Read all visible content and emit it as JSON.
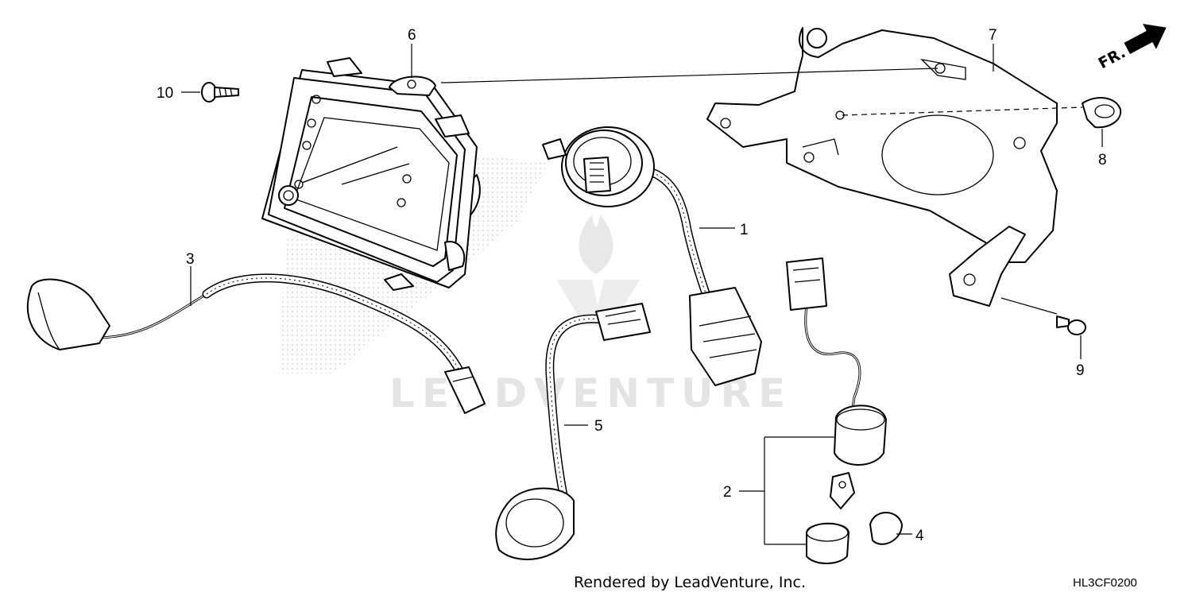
{
  "diagram": {
    "callouts": [
      {
        "id": "c1",
        "label": "1"
      },
      {
        "id": "c2",
        "label": "2"
      },
      {
        "id": "c3",
        "label": "3"
      },
      {
        "id": "c4",
        "label": "4"
      },
      {
        "id": "c5",
        "label": "5"
      },
      {
        "id": "c6",
        "label": "6"
      },
      {
        "id": "c7",
        "label": "7"
      },
      {
        "id": "c8",
        "label": "8"
      },
      {
        "id": "c9",
        "label": "9"
      },
      {
        "id": "c10",
        "label": "10"
      }
    ],
    "front_arrow_label": "FR.",
    "footer_credit": "Rendered by LeadVenture, Inc.",
    "diagram_code": "HL3CF0200",
    "watermark_text": "LEADVENTURE"
  }
}
